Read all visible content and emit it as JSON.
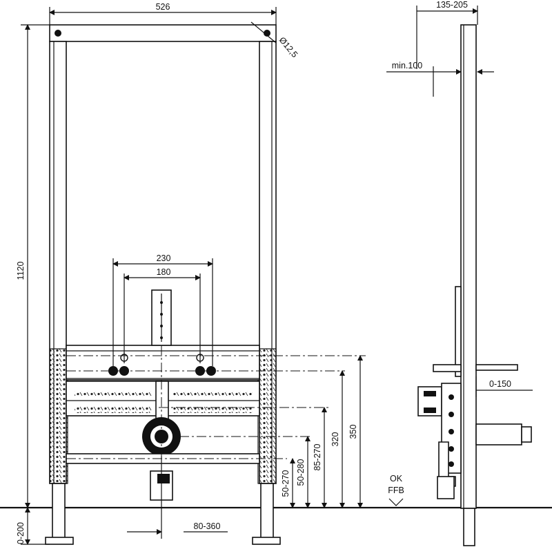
{
  "dimensions": {
    "width": "526",
    "hole": "Ø12,5",
    "height": "1120",
    "leg": "0-200",
    "spacing_outer": "230",
    "spacing_inner": "180",
    "d350": "350",
    "d320": "320",
    "d85_270": "85-270",
    "d50_280": "50-280",
    "d50_270": "50-270",
    "d80_360": "80-360",
    "depth": "135-205",
    "min100": "min.100",
    "d0_150": "0-150"
  },
  "labels": {
    "ok": "OK",
    "ffb": "FFB"
  }
}
